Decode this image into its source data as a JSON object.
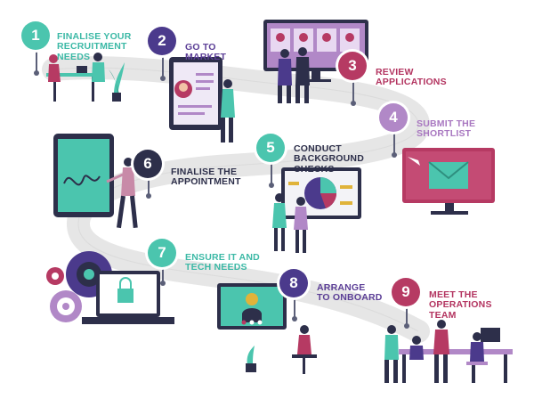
{
  "colors": {
    "teal": "#4bc5ae",
    "purple": "#4b3a8c",
    "crimson": "#b63a63",
    "lilac": "#b188c7",
    "dark": "#2d2f4a",
    "road": "#e4e4e4",
    "label_teal": "#3cb9a6",
    "label_purple": "#5b3e96",
    "label_crimson": "#b33460",
    "label_lilac": "#a877c0"
  },
  "steps": [
    {
      "number": "1",
      "lines": [
        "FINALISE YOUR",
        "RECRUITMENT",
        "NEEDS"
      ],
      "color": "teal"
    },
    {
      "number": "2",
      "lines": [
        "GO TO",
        "MARKET"
      ],
      "color": "purple"
    },
    {
      "number": "3",
      "lines": [
        "REVIEW",
        "APPLICATIONS"
      ],
      "color": "crimson"
    },
    {
      "number": "4",
      "lines": [
        "SUBMIT THE",
        "SHORTLIST"
      ],
      "color": "lilac"
    },
    {
      "number": "5",
      "lines": [
        "CONDUCT",
        "BACKGROUND",
        "CHECKS"
      ],
      "color": "teal"
    },
    {
      "number": "6",
      "lines": [
        "FINALISE THE",
        "APPOINTMENT"
      ],
      "color": "dark"
    },
    {
      "number": "7",
      "lines": [
        "ENSURE IT AND",
        "TECH NEEDS"
      ],
      "color": "teal"
    },
    {
      "number": "8",
      "lines": [
        "ARRANGE",
        "TO ONBOARD"
      ],
      "color": "purple"
    },
    {
      "number": "9",
      "lines": [
        "MEET THE",
        "OPERATIONS",
        "TEAM"
      ],
      "color": "crimson"
    }
  ],
  "icons": {
    "step1": "meeting-desk-icon",
    "step2": "profile-board-icon",
    "step3": "candidate-screen-icon",
    "step4": "email-monitor-icon",
    "step5": "pie-chart-board-icon",
    "step6": "signature-tablet-icon",
    "step7": "gears-laptop-icon",
    "step8": "video-call-icon",
    "step9": "team-office-icon"
  }
}
